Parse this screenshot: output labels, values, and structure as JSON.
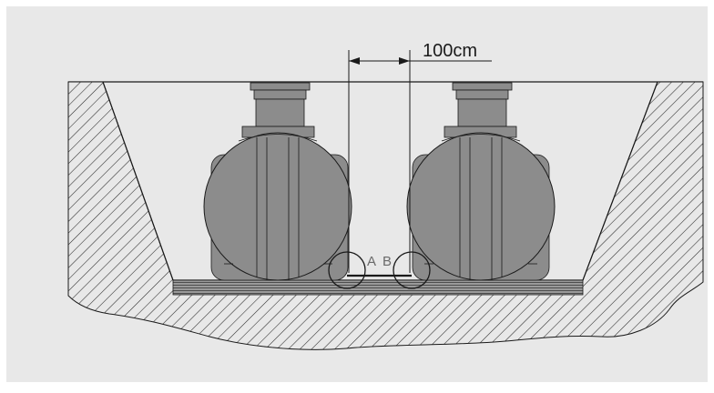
{
  "diagram": {
    "dimension_label": "100cm",
    "marker_a": "A",
    "marker_b": "B"
  },
  "colors": {
    "background": "#e8e8e8",
    "tank_fill": "#8c8c8c",
    "tank_dark": "#6e6e6e",
    "line": "#1a1a1a",
    "hatch": "#2a2a2a",
    "marker_text": "#6a6a6a"
  }
}
